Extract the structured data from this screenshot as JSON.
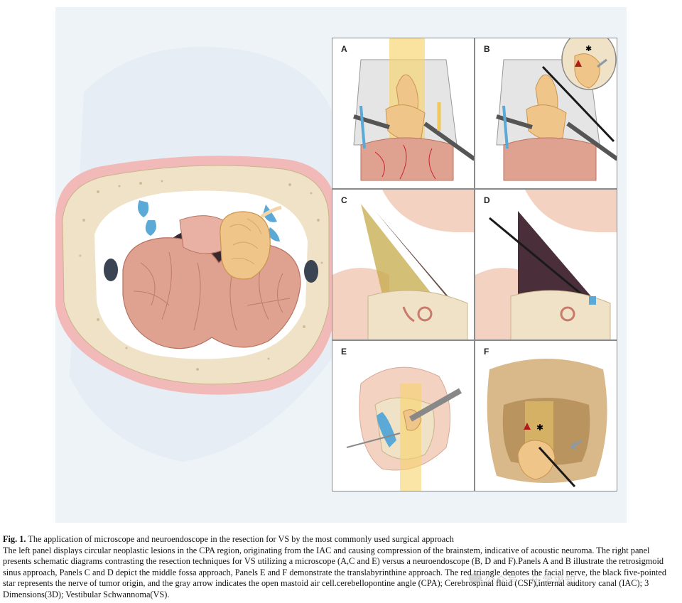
{
  "figure": {
    "panels": [
      {
        "id": "A",
        "label": "A"
      },
      {
        "id": "B",
        "label": "B"
      },
      {
        "id": "C",
        "label": "C"
      },
      {
        "id": "D",
        "label": "D"
      },
      {
        "id": "E",
        "label": "E"
      },
      {
        "id": "F",
        "label": "F"
      }
    ],
    "colors": {
      "bone": "#efe2c6",
      "brain": "#dfa190",
      "tumor": "#f0c58a",
      "csf": "#5aa9d6",
      "light_beam": "#f6d46a",
      "skin": "#f3d2c2",
      "endoscope": "#1a1a1a",
      "arrow": "#8a9aa6",
      "triangle": "#b01c1c"
    }
  },
  "caption": {
    "fig_label": "Fig. 1.",
    "title": "The application of microscope and neuroendoscope in the resection for VS by the most commonly used surgical approach",
    "body": "The left panel displays circular neoplastic lesions in the CPA region, originating from the IAC and causing compression of the brainstem, indicative of acoustic neuroma. The right panel presents schematic diagrams contrasting the resection techniques for VS utilizing a microscope (A,C and E) versus a neuroendoscope (B, D and F).Panels A and B illustrate the retrosigmoid sinus approach, Panels C and D depict the middle fossa approach, Panels E and F demonstrate the translabyrinthine approach. The red triangle denotes the facial nerve, the black five-pointed star represents the nerve of tumor origin, and the gray arrow indicates the open mastoid air cell.cerebellopontine angle (CPA); Cerebrospinal fluid (CSF),internal auditory canal (IAC); 3 Dimensions(3D); Vestibular Schwannoma(VS)."
  },
  "watermark": {
    "text": "公众号 · 乐学求知"
  }
}
